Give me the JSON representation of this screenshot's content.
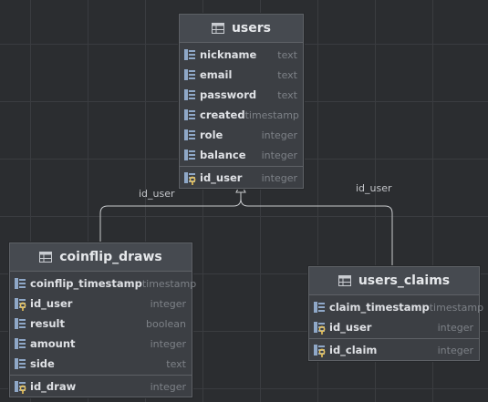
{
  "tables": {
    "users": {
      "title": "users",
      "columns": [
        {
          "name": "nickname",
          "type": "text",
          "key": false
        },
        {
          "name": "email",
          "type": "text",
          "key": false
        },
        {
          "name": "password",
          "type": "text",
          "key": false
        },
        {
          "name": "created",
          "type": "timestamp",
          "key": false
        },
        {
          "name": "role",
          "type": "integer",
          "key": false
        },
        {
          "name": "balance",
          "type": "integer",
          "key": false
        }
      ],
      "pk": {
        "name": "id_user",
        "type": "integer"
      }
    },
    "coinflip_draws": {
      "title": "coinflip_draws",
      "columns": [
        {
          "name": "coinflip_timestamp",
          "type": "timestamp",
          "key": false
        },
        {
          "name": "id_user",
          "type": "integer",
          "key": true
        },
        {
          "name": "result",
          "type": "boolean",
          "key": false
        },
        {
          "name": "amount",
          "type": "integer",
          "key": false
        },
        {
          "name": "side",
          "type": "text",
          "key": false
        }
      ],
      "pk": {
        "name": "id_draw",
        "type": "integer"
      }
    },
    "users_claims": {
      "title": "users_claims",
      "columns": [
        {
          "name": "claim_timestamp",
          "type": "timestamp",
          "key": false
        },
        {
          "name": "id_user",
          "type": "integer",
          "key": true
        }
      ],
      "pk": {
        "name": "id_claim",
        "type": "integer"
      }
    }
  },
  "relations": [
    {
      "label": "id_user",
      "from": "coinflip_draws",
      "to": "users"
    },
    {
      "label": "id_user",
      "from": "users_claims",
      "to": "users"
    }
  ],
  "colors": {
    "background": "#2b2d30",
    "table_body": "#3c3f44",
    "table_header": "#464a50",
    "column_icon": "#8fa8c8",
    "key_icon": "#e8c25a",
    "connector": "#c8cacd"
  }
}
